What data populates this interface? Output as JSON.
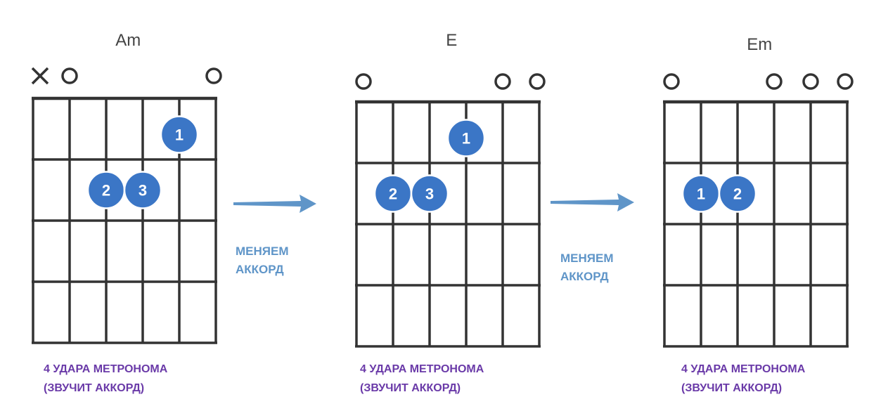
{
  "chords": [
    {
      "name": "Am",
      "strings_top": [
        "x",
        "o",
        null,
        null,
        null,
        "o"
      ],
      "fingers": [
        {
          "num": "1",
          "string": 5,
          "fret": 1
        },
        {
          "num": "2",
          "string": 3,
          "fret": 2
        },
        {
          "num": "3",
          "string": 4,
          "fret": 2
        }
      ],
      "caption": [
        "4 УДАРА МЕТРОНОМА",
        "(ЗВУЧИТ АККОРД)"
      ]
    },
    {
      "name": "E",
      "strings_top": [
        "o",
        null,
        null,
        null,
        "o",
        "o"
      ],
      "fingers": [
        {
          "num": "1",
          "string": 4,
          "fret": 1
        },
        {
          "num": "2",
          "string": 2,
          "fret": 2
        },
        {
          "num": "3",
          "string": 3,
          "fret": 2
        }
      ],
      "caption": [
        "4 УДАРА МЕТРОНОМА",
        "(ЗВУЧИТ АККОРД)"
      ]
    },
    {
      "name": "Em",
      "strings_top": [
        "o",
        null,
        null,
        "o",
        "o",
        "o"
      ],
      "fingers": [
        {
          "num": "1",
          "string": 2,
          "fret": 2
        },
        {
          "num": "2",
          "string": 3,
          "fret": 2
        }
      ],
      "caption": [
        "4 УДАРА МЕТРОНОМА",
        "(ЗВУЧИТ АККОРД)"
      ]
    }
  ],
  "transitions": [
    {
      "label": [
        "МЕНЯЕМ",
        "АККОРД"
      ]
    },
    {
      "label": [
        "МЕНЯЕМ",
        "АККОРД"
      ]
    }
  ],
  "colors": {
    "finger": "#3b76c6",
    "arrow": "#5f95c8",
    "caption": "#6a3aa8",
    "grid": "#333333"
  }
}
